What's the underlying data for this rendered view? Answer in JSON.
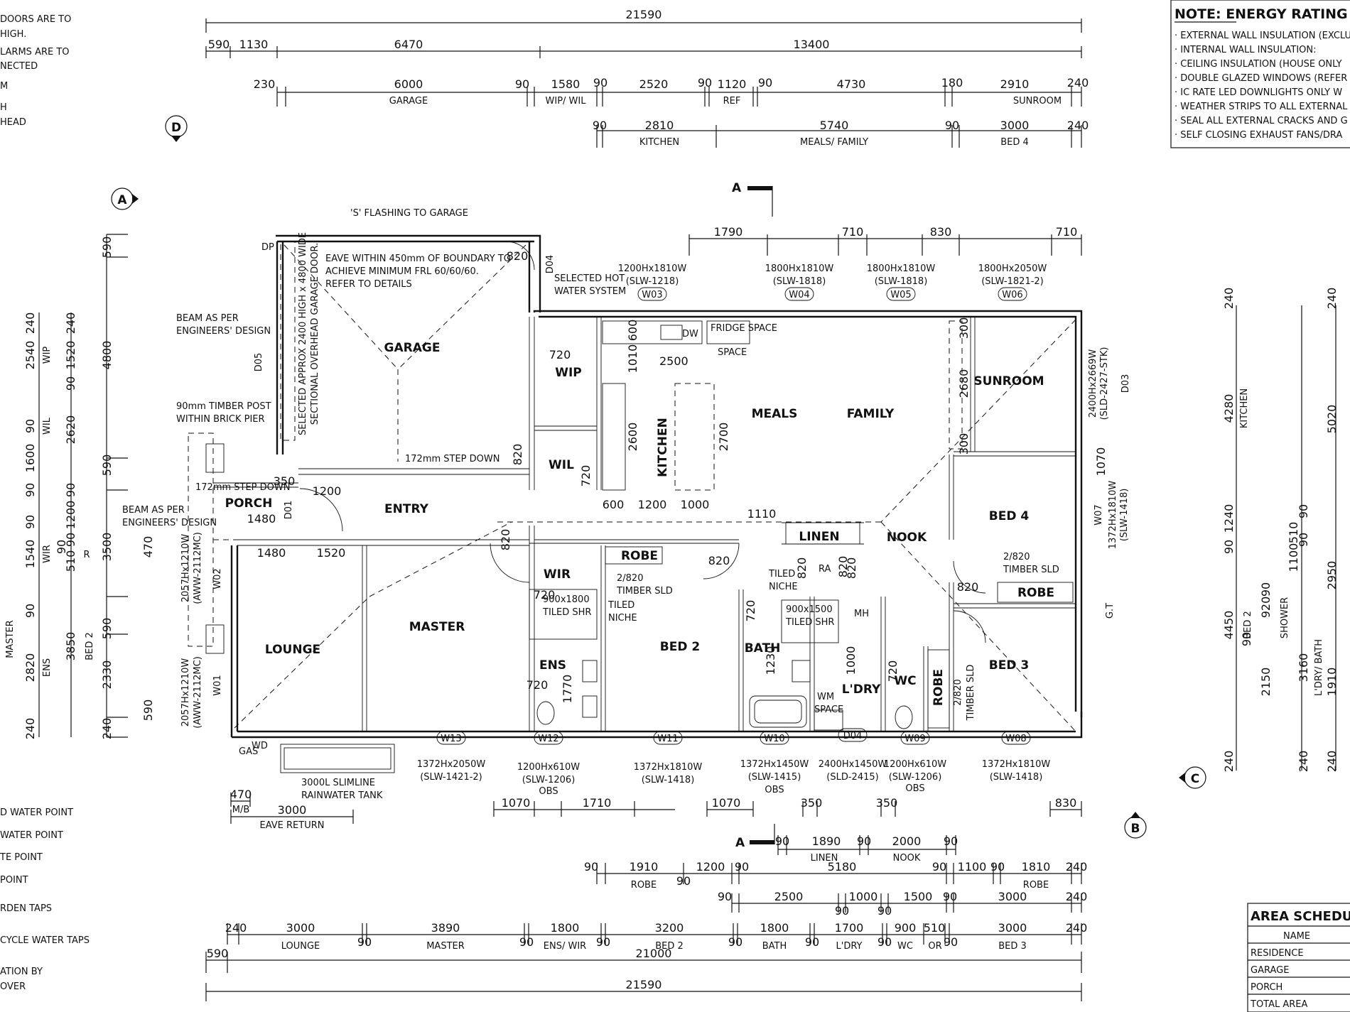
{
  "left_notes": [
    "DOORS ARE TO",
    "HIGH.",
    "LARMS ARE TO",
    "NECTED",
    "M",
    "H",
    "HEAD"
  ],
  "left_legend": [
    "D WATER POINT",
    "WATER POINT",
    "TE POINT",
    "POINT",
    "RDEN TAPS",
    "CYCLE WATER TAPS",
    "ATION BY",
    "OVER"
  ],
  "energy_note": {
    "title": "NOTE: ENERGY RATING REQU",
    "items": [
      "· EXTERNAL WALL INSULATION (EXCLU",
      "· INTERNAL WALL INSULATION:",
      "· CEILING INSULATION (HOUSE ONLY",
      "· DOUBLE GLAZED WINDOWS (REFER",
      "· IC RATE LED DOWNLIGHTS ONLY W",
      "· WEATHER STRIPS TO ALL EXTERNAL",
      "· SEAL ALL EXTERNAL CRACKS AND G",
      "· SELF CLOSING EXHAUST FANS/DRA"
    ]
  },
  "area_schedule": {
    "title": "AREA SCHEDULE",
    "header": "NAME",
    "rows": [
      "RESIDENCE",
      "GARAGE",
      "PORCH",
      "TOTAL AREA"
    ]
  },
  "markers": {
    "a": "A",
    "b": "B",
    "c": "C",
    "d": "D",
    "section": "A"
  },
  "top_dims": {
    "overall": "21590",
    "row2": [
      "590",
      "1130",
      "6470",
      "13400"
    ],
    "row3": [
      "230",
      "6000",
      "90",
      "1580",
      "90",
      "2520",
      "90",
      "1120",
      "90",
      "4730",
      "180",
      "2910",
      "240"
    ],
    "row3_labels": [
      "GARAGE",
      "WIP/ WIL",
      "REF",
      "SUNROOM"
    ],
    "row4": [
      "90",
      "2810",
      "5740",
      "90",
      "3000",
      "240"
    ],
    "row4_labels": [
      "KITCHEN",
      "MEALS/ FAMILY",
      "BED 4"
    ],
    "upper": [
      "1790",
      "710",
      "830",
      "710"
    ]
  },
  "bottom_dims": {
    "row1": [
      "90",
      "1890",
      "90",
      "2000",
      "90"
    ],
    "row1_labels": [
      "LINEN",
      "NOOK"
    ],
    "row2": [
      "90",
      "1910",
      "1200",
      "90",
      "90",
      "5180",
      "90",
      "1100",
      "90",
      "1810",
      "240"
    ],
    "row2_labels": [
      "ROBE",
      "ROBE"
    ],
    "row3": [
      "90",
      "2500",
      "90",
      "1000",
      "90",
      "1500",
      "90",
      "3000",
      "240"
    ],
    "row4": [
      "240",
      "3000",
      "90",
      "3890",
      "90",
      "1800",
      "90",
      "3200",
      "90",
      "1800",
      "90",
      "1700",
      "90",
      "900",
      "510",
      "90",
      "3000",
      "240"
    ],
    "row4_labels": [
      "LOUNGE",
      "MASTER",
      "ENS/ WIR",
      "BED 2",
      "BATH",
      "L'DRY",
      "WC",
      "OR",
      "BED 3"
    ],
    "row5": [
      "590",
      "21000"
    ],
    "overall": "21590",
    "misc": [
      "470",
      "M/B",
      "3000",
      "EAVE RETURN",
      "1070",
      "1710",
      "1070",
      "350",
      "350",
      "830"
    ]
  },
  "left_dims": {
    "rooms": [
      "WIP",
      "WIL",
      "WIR",
      "MASTER",
      "ENS",
      "BED 2"
    ],
    "values": [
      "590",
      "240",
      "2540",
      "1520",
      "240",
      "4800",
      "90",
      "2620",
      "90",
      "1600",
      "590",
      "90",
      "1200",
      "90",
      "3500",
      "1540",
      "90",
      "510",
      "90",
      "90",
      "470",
      "R",
      "90",
      "3850",
      "590",
      "2820",
      "2330",
      "240",
      "240",
      "590"
    ]
  },
  "right_dims": {
    "labels": [
      "KITCHEN",
      "BED 2",
      "SHOWER",
      "L'DRY/ BATH"
    ],
    "values": [
      "240",
      "240",
      "4280",
      "5020",
      "1240",
      "90",
      "90",
      "510",
      "1100",
      "90",
      "2950",
      "4450",
      "920",
      "90",
      "90",
      "3160",
      "2150",
      "1910",
      "240",
      "240",
      "240"
    ]
  },
  "rooms": {
    "garage": "GARAGE",
    "wip": "WIP",
    "wil": "WIL",
    "kitchen": "KITCHEN",
    "meals": "MEALS",
    "family": "FAMILY",
    "sunroom": "SUNROOM",
    "entry": "ENTRY",
    "porch": "PORCH",
    "lounge": "LOUNGE",
    "master": "MASTER",
    "wir": "WIR",
    "ens": "ENS",
    "bed2": "BED 2",
    "robe1": "ROBE",
    "bath": "BATH",
    "linen": "LINEN",
    "nook": "NOOK",
    "ldry": "L'DRY",
    "wc": "WC",
    "robe2": "ROBE",
    "bed4": "BED 4",
    "robe3": "ROBE",
    "bed3": "BED 3"
  },
  "annotations": [
    "'S' FLASHING TO GARAGE",
    "EAVE WITHIN 450mm OF BOUNDARY TO",
    "ACHIEVE MINIMUM FRL 60/60/60.",
    "REFER TO DETAILS",
    "SELECTED APPROX 2400 HIGH x 4800 WIDE",
    "SECTIONAL OVERHEAD GARAGE DOOR.",
    "BEAM AS PER",
    "ENGINEERS' DESIGN",
    "90mm TIMBER POST",
    "WITHIN BRICK PIER",
    "BEAM AS PER",
    "ENGINEERS' DESIGN",
    "172mm STEP DOWN",
    "172mm STEP DOWN",
    "SELECTED HOT",
    "WATER SYSTEM",
    "FRIDGE SPACE",
    "SPACE",
    "DW",
    "2/820",
    "TIMBER SLD",
    "TILED",
    "NICHE",
    "2/820",
    "TIMBER SLD",
    "2/820",
    "TIMBER SLD",
    "TILED",
    "NICHE",
    "900x1800",
    "TILED SHR",
    "900x1500",
    "TILED SHR",
    "WM",
    "SPACE",
    "MH",
    "RA",
    "G.T",
    "GAS",
    "WD",
    "3000L SLIMLINE",
    "RAINWATER TANK",
    "DP",
    "2500",
    "1010",
    "600",
    "2600",
    "2700",
    "600",
    "1200",
    "1000",
    "1110",
    "720",
    "720",
    "820",
    "820",
    "820",
    "820",
    "820",
    "820",
    "1200",
    "350",
    "1480",
    "1480",
    "1520",
    "720",
    "720",
    "1770",
    "2680",
    "300",
    "300",
    "1070",
    "1230",
    "1000",
    "820",
    "820",
    "720",
    "720"
  ],
  "windows": {
    "w03": [
      "1200Hx1810W",
      "(SLW-1218)",
      "W03"
    ],
    "w04": [
      "1800Hx1810W",
      "(SLW-1818)",
      "W04"
    ],
    "w05": [
      "1800Hx1810W",
      "(SLW-1818)",
      "W05"
    ],
    "w06": [
      "1800Hx2050W",
      "(SLW-1821-2)",
      "W06"
    ],
    "d03": [
      "2400Hx2669W",
      "(SLD-2427-STK)",
      "D03"
    ],
    "w07": [
      "1372Hx1810W",
      "(SLW-1418)",
      "W07"
    ],
    "w02": [
      "2057Hx1210W",
      "(AWW-2112MC)",
      "W02"
    ],
    "w01": [
      "2057Hx1210W",
      "(AWW-2112MC)",
      "W01"
    ],
    "d05": "D05",
    "d01": "D01",
    "d04top": "D04",
    "w13": [
      "1372Hx2050W",
      "(SLW-1421-2)",
      "W13"
    ],
    "w12": [
      "1200Hx610W",
      "(SLW-1206)",
      "OBS",
      "W12"
    ],
    "w11": [
      "1372Hx1810W",
      "(SLW-1418)",
      "W11"
    ],
    "w10": [
      "1372Hx1450W",
      "(SLW-1415)",
      "OBS",
      "W10"
    ],
    "d04": [
      "2400Hx1450W",
      "(SLD-2415)",
      "D04"
    ],
    "w09": [
      "1200Hx610W",
      "(SLW-1206)",
      "OBS",
      "W09"
    ],
    "w08": [
      "1372Hx1810W",
      "(SLW-1418)",
      "W08"
    ]
  }
}
